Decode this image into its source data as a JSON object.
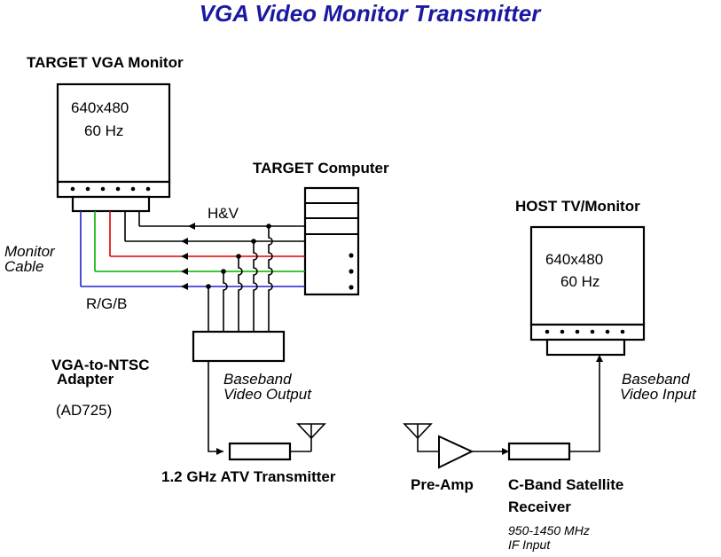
{
  "title": "VGA Video Monitor Transmitter",
  "target_monitor": {
    "label": "TARGET VGA Monitor",
    "resolution": "640x480",
    "refresh": "60 Hz"
  },
  "target_computer": {
    "label": "TARGET Computer"
  },
  "host_monitor": {
    "label": "HOST TV/Monitor",
    "resolution": "640x480",
    "refresh": "60 Hz"
  },
  "signals": {
    "hv": "H&V",
    "rgb": "R/G/B",
    "monitor_cable_line1": "Monitor",
    "monitor_cable_line2": "Cable"
  },
  "adapter": {
    "line1": "VGA-to-NTSC",
    "line2": "Adapter",
    "part": "(AD725)"
  },
  "baseband_output": {
    "line1": "Baseband",
    "line2": "Video Output"
  },
  "baseband_input": {
    "line1": "Baseband",
    "line2": "Video Input"
  },
  "transmitter": {
    "label": "1.2 GHz ATV Transmitter"
  },
  "preamp": {
    "label": "Pre-Amp"
  },
  "receiver": {
    "line1": "C-Band Satellite",
    "line2": "Receiver",
    "freq": "950-1450 MHz",
    "if": "IF Input"
  },
  "colors": {
    "title": "#1a1aa0",
    "red": "#e00000",
    "green": "#00b000",
    "blue": "#2020d0",
    "wire": "#000000"
  }
}
